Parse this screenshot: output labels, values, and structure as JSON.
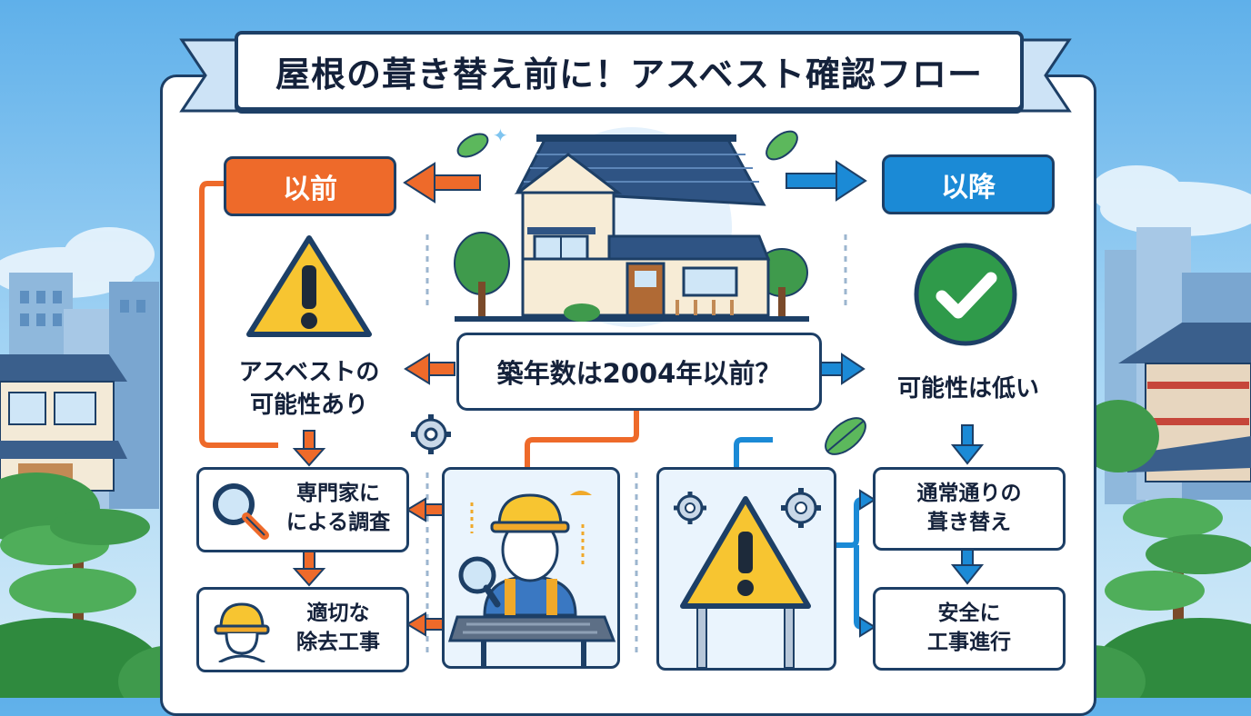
{
  "title": "屋根の葺き替え前に！アスベスト確認フロー",
  "question": "築年数は2004年以前？",
  "branch_before": {
    "label": "以前",
    "result_line1": "アスベストの",
    "result_line2": "可能性あり",
    "step1_line1": "専門家に",
    "step1_line2": "による調査",
    "step2_line1": "適切な",
    "step2_line2": "除去工事"
  },
  "branch_after": {
    "label": "以降",
    "result": "可能性は低い",
    "step1_line1": "通常通りの",
    "step1_line2": "葺き替え",
    "step2_line1": "安全に",
    "step2_line2": "工事進行"
  },
  "colors": {
    "before": "#ee6a2a",
    "after": "#1b8ad6",
    "outline": "#1d3f66",
    "warning": "#f7c531",
    "check": "#2f9a4a"
  },
  "icons": [
    "house-icon",
    "warning-icon",
    "check-icon",
    "magnifier-icon",
    "hardhat-worker-icon",
    "gear-icon",
    "leaf-icon",
    "warning-sign-icon"
  ]
}
